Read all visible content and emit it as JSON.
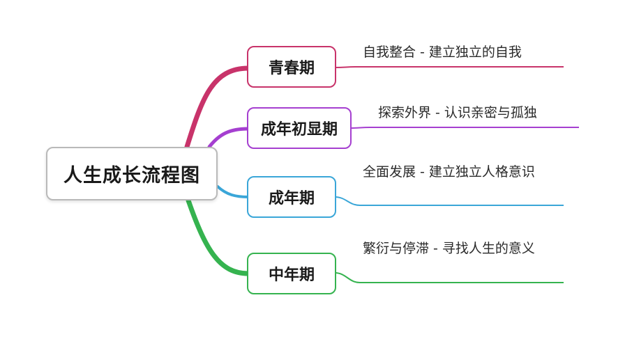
{
  "root": {
    "label": "人生成长流程图"
  },
  "stages": [
    {
      "label": "青春期",
      "detail": "自我整合 - 建立独立的自我",
      "color": "#c8336a"
    },
    {
      "label": "成年初显期",
      "detail": "探索外界 - 认识亲密与孤独",
      "color": "#a53fd0"
    },
    {
      "label": "成年期",
      "detail": "全面发展 - 建立独立人格意识",
      "color": "#3aa6d8"
    },
    {
      "label": "中年期",
      "detail": "繁衍与停滞 - 寻找人生的意义",
      "color": "#35b34f"
    }
  ]
}
